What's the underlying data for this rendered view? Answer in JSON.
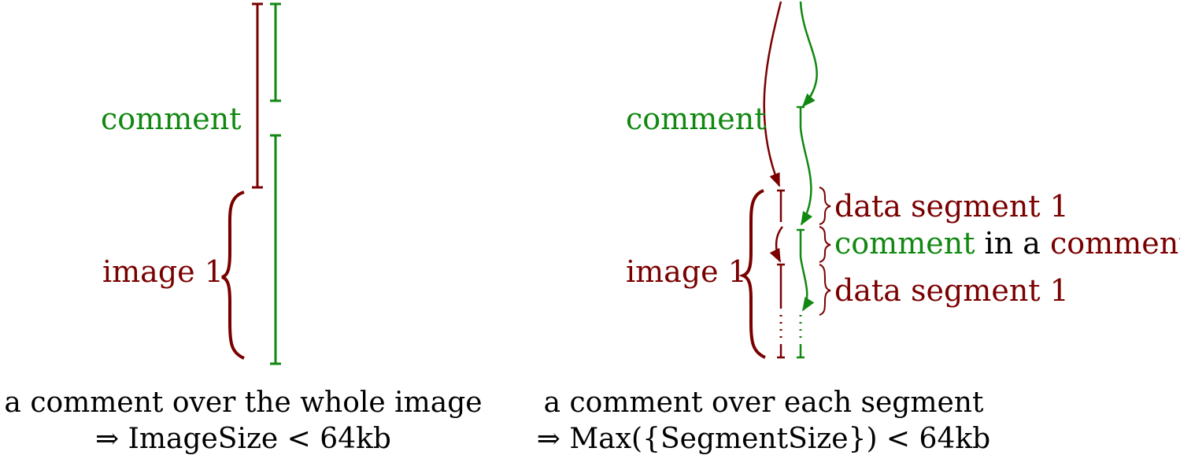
{
  "colors": {
    "red": "#7a0000",
    "green": "#118811",
    "text": "#000000"
  },
  "left": {
    "comment_label": "comment",
    "image_label": "image 1",
    "caption_line1": "a comment over the whole image",
    "caption_line2": "⇒ ImageSize < 64kb"
  },
  "right": {
    "comment_label": "comment",
    "image_label": "image 1",
    "segment_top": "data segment 1",
    "comment_in_part1": "comment",
    "comment_in_part2": " in a ",
    "comment_in_part3": "comment",
    "segment_bottom": "data segment 1",
    "caption_line1": "a comment over each segment",
    "caption_line2": "⇒ Max({SegmentSize}) < 64kb"
  }
}
